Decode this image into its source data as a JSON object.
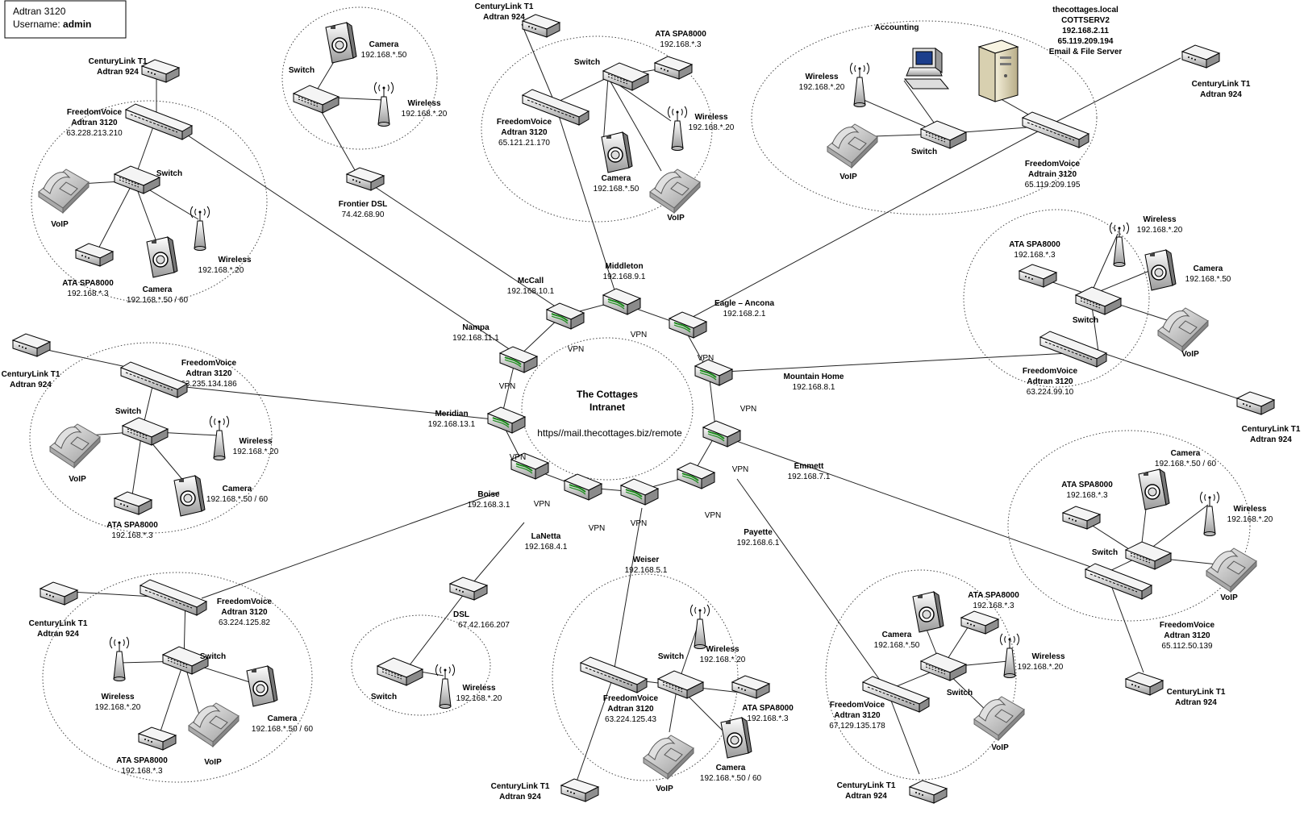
{
  "device": {
    "name": "Adtran 3120",
    "username_label": "Username:",
    "username": "admin"
  },
  "center": {
    "title_line1": "The Cottages",
    "title_line2": "Intranet",
    "url": "https//mail.thecottages.biz/remote",
    "vpn_label": "VPN"
  },
  "hubs": [
    {
      "name": "Nampa",
      "ip": "192.168.11.1"
    },
    {
      "name": "McCall",
      "ip": "192.168.10.1"
    },
    {
      "name": "Middleton",
      "ip": "192.168.9.1"
    },
    {
      "name": "Eagle – Ancona",
      "ip": "192.168.2.1"
    },
    {
      "name": "Mountain Home",
      "ip": "192.168.8.1"
    },
    {
      "name": "Emmett",
      "ip": "192.168.7.1"
    },
    {
      "name": "Payette",
      "ip": "192.168.6.1"
    },
    {
      "name": "Weiser",
      "ip": "192.168.5.1"
    },
    {
      "name": "LaNetta",
      "ip": "192.168.4.1"
    },
    {
      "name": "Boise",
      "ip": "192.168.3.1"
    },
    {
      "name": "Meridian",
      "ip": "192.168.13.1"
    }
  ],
  "devices": {
    "centurylink_line1": "CenturyLink T1",
    "centurylink_line2": "Adtran 924",
    "freedomvoice_line1": "FreedomVoice",
    "freedomvoice_line2": "Adtran 3120",
    "freedomvoice_line2_alt": "Adtrain 3120",
    "switch": "Switch",
    "voip": "VoIP",
    "wireless": "Wireless",
    "wireless_ip": "192.168.*.20",
    "camera": "Camera",
    "camera_ip": "192.168.*.50",
    "camera_ip_multi": "192.168.*.50 / 60",
    "ata": "ATA SPA8000",
    "ata_ip": "192.168.*.3",
    "accounting": "Accounting",
    "frontier_dsl": "Frontier DSL",
    "frontier_ip": "74.42.68.90",
    "dsl": "DSL",
    "dsl_ip": "67.42.166.207"
  },
  "freedomvoice_ips": {
    "nampa": "63.228.213.210",
    "middleton": "65.121.21.170",
    "eagle": "65.119.209.195",
    "meridian": "63.235.134.186",
    "mountain_home": "63.224.99.10",
    "boise": "63.224.125.82",
    "weiser": "63.224.125.43",
    "payette": "67.129.135.178",
    "emmett": "65.112.50.139"
  },
  "server": {
    "line1": "thecottages.local",
    "line2": "COTTSERV2",
    "line3": "192.168.2.11",
    "line4": "65.119.209.194",
    "line5": "Email & File Server"
  }
}
